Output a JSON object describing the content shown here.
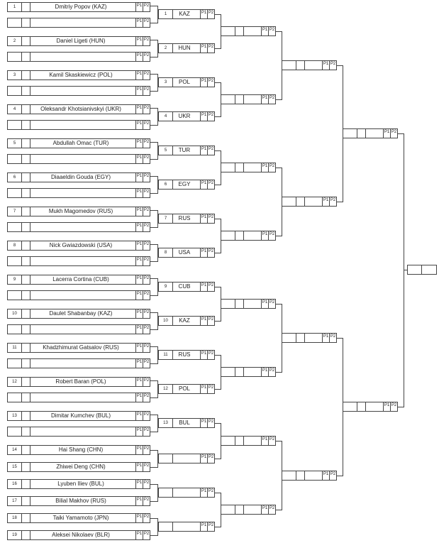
{
  "score_labels": {
    "p1": "P1",
    "p2": "P2"
  },
  "round1": [
    {
      "seed": "1",
      "name": "Dmitriy Popov (KAZ)"
    },
    {
      "seed": "2",
      "name": "Daniel Ligeti (HUN)"
    },
    {
      "seed": "3",
      "name": "Kamil Skaskiewicz (POL)"
    },
    {
      "seed": "4",
      "name": "Oleksandr Khotsianivskyi (UKR)"
    },
    {
      "seed": "5",
      "name": "Abdullah Omac (TUR)"
    },
    {
      "seed": "6",
      "name": "Diaaeldin Gouda (EGY)"
    },
    {
      "seed": "7",
      "name": "Mukh Magomedov (RUS)"
    },
    {
      "seed": "8",
      "name": "Nick Gwiazdowski (USA)"
    },
    {
      "seed": "9",
      "name": "Lacerra Cortina (CUB)"
    },
    {
      "seed": "10",
      "name": "Daulet Shabanbay (KAZ)"
    },
    {
      "seed": "11",
      "name": "Khadzhimurat Gatsalov (RUS)"
    },
    {
      "seed": "12",
      "name": "Robert Baran (POL)"
    },
    {
      "seed": "13",
      "name": "Dimitar Kumchev (BUL)"
    }
  ],
  "pairs": [
    [
      {
        "seed": "14",
        "name": "Hai Shang (CHN)"
      },
      {
        "seed": "15",
        "name": "Zhiwei Deng (CHN)"
      }
    ],
    [
      {
        "seed": "16",
        "name": "Lyuben Iliev (BUL)"
      },
      {
        "seed": "17",
        "name": "Bilial Makhov (RUS)"
      }
    ],
    [
      {
        "seed": "18",
        "name": "Taiki Yamamoto (JPN)"
      },
      {
        "seed": "19",
        "name": "Aleksei Nikolaev (BLR)"
      }
    ]
  ],
  "round2": [
    {
      "seed": "1",
      "code": "KAZ"
    },
    {
      "seed": "2",
      "code": "HUN"
    },
    {
      "seed": "3",
      "code": "POL"
    },
    {
      "seed": "4",
      "code": "UKR"
    },
    {
      "seed": "5",
      "code": "TUR"
    },
    {
      "seed": "6",
      "code": "EGY"
    },
    {
      "seed": "7",
      "code": "RUS"
    },
    {
      "seed": "8",
      "code": "USA"
    },
    {
      "seed": "9",
      "code": "CUB"
    },
    {
      "seed": "10",
      "code": "KAZ"
    },
    {
      "seed": "11",
      "code": "RUS"
    },
    {
      "seed": "12",
      "code": "POL"
    },
    {
      "seed": "13",
      "code": "BUL"
    }
  ]
}
